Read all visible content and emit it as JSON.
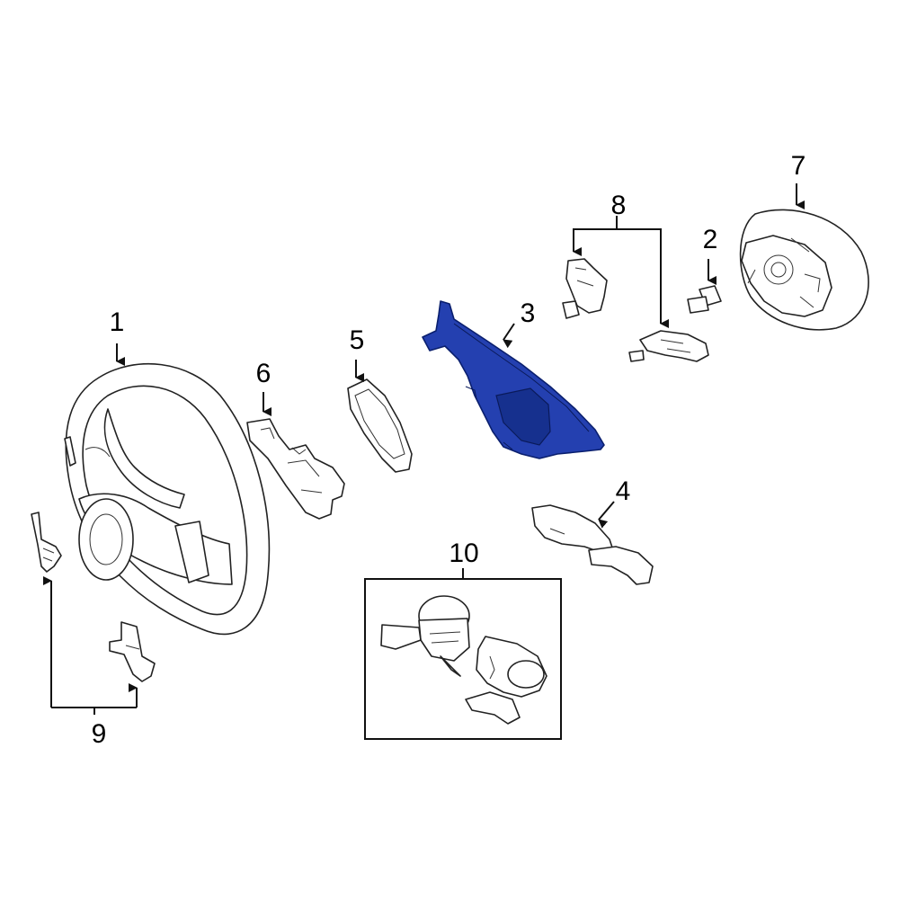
{
  "diagram": {
    "highlight_color": "#2440B0",
    "callouts": {
      "c1": "1",
      "c2": "2",
      "c3": "3",
      "c4": "4",
      "c5": "5",
      "c6": "6",
      "c7": "7",
      "c8": "8",
      "c9": "9",
      "c10": "10"
    }
  }
}
